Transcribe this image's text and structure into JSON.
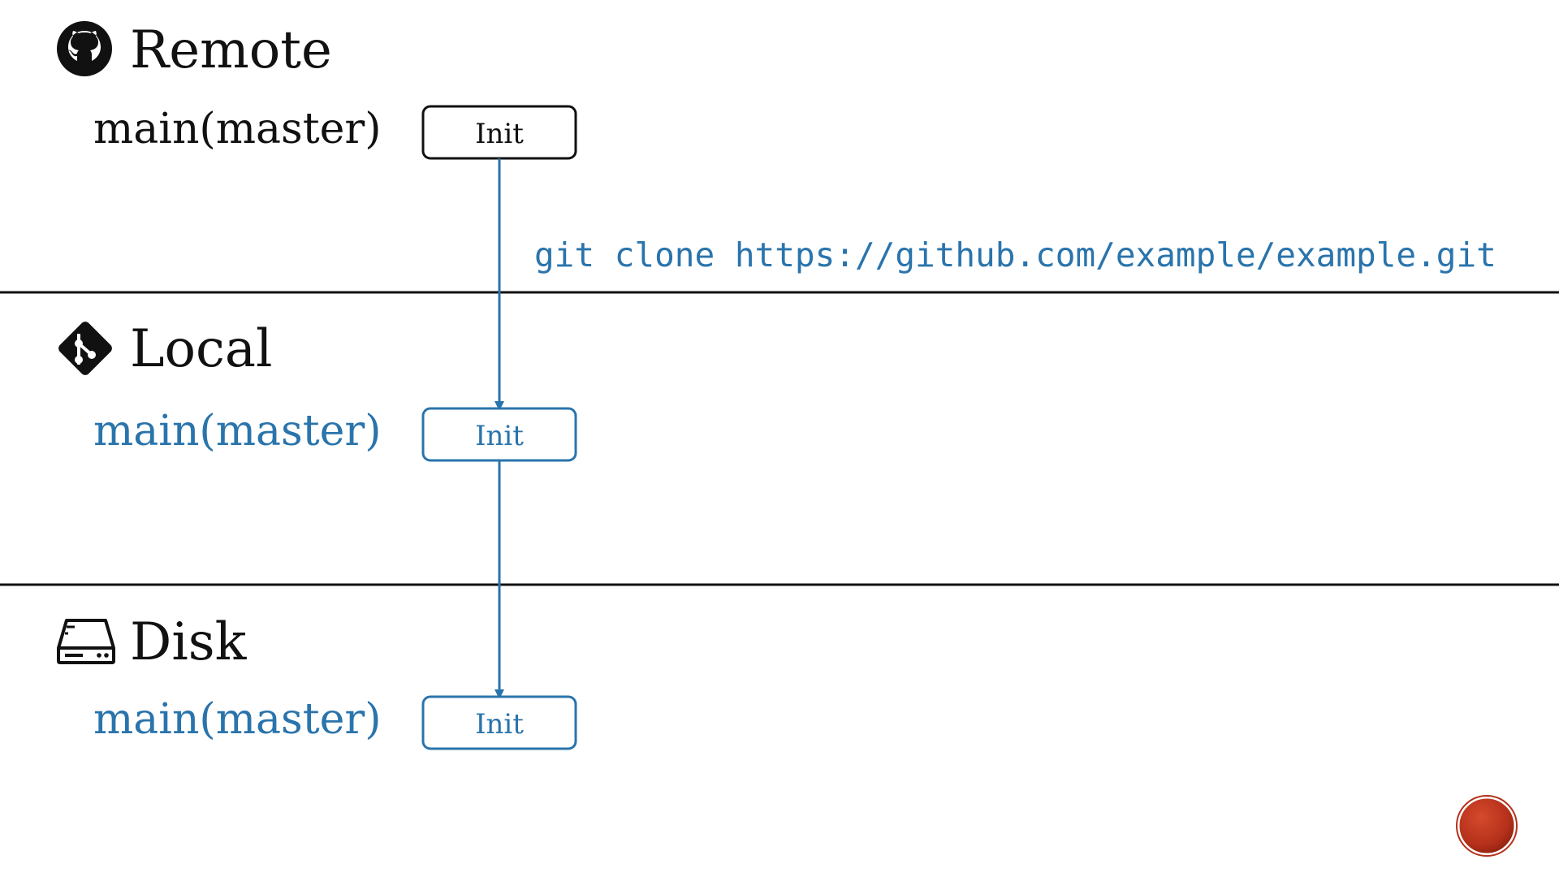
{
  "sections": {
    "remote": {
      "title": "Remote",
      "icon": "github-icon",
      "branch_label": "main(master)",
      "commit_label": "Init"
    },
    "local": {
      "title": "Local",
      "icon": "git-diamond-icon",
      "branch_label": "main(master)",
      "commit_label": "Init"
    },
    "disk": {
      "title": "Disk",
      "icon": "hard-drive-icon",
      "branch_label": "main(master)",
      "commit_label": "Init"
    }
  },
  "command": "git clone https://github.com/example/example.git",
  "colors": {
    "remote": "#111111",
    "local": "#2a74ac",
    "disk": "#2a74ac",
    "command": "#2a74ac",
    "connector": "#2a74ac",
    "divider": "#111111",
    "record_button": "#b5301a"
  },
  "record_button_icon": "red-circle-icon"
}
